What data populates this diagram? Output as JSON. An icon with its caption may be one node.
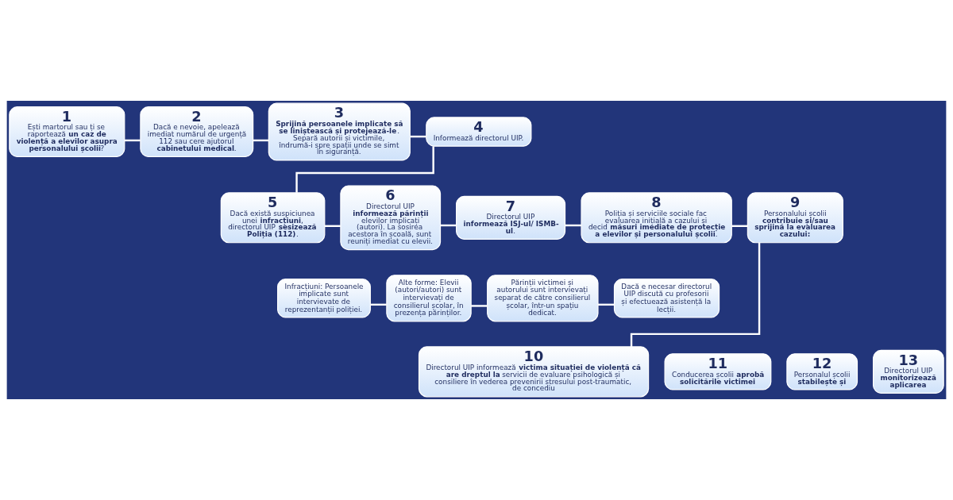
{
  "diagram": {
    "nodes": [
      {
        "text": [
          "1",
          "Ești martorul sau ți se raportează **un caz de violență a elevilor asupra personalului școlii**?"
        ]
      },
      {
        "text": [
          "2",
          "Dacă e nevoie, apelează imediat numărul de urgență 112 sau cere ajutorul **cabinetului medical**."
        ]
      },
      {
        "text": [
          "3",
          "**Sprijină persoanele implicate să se liniștească și protejează-le**. Separă autorii și victimile, îndrumă-i spre spații unde se simt în siguranță."
        ]
      },
      {
        "text": [
          "4",
          "Informează directorul UIP."
        ]
      },
      {
        "text": [
          "5",
          "Dacă există suspiciunea unei **infracțiuni**, directorul UIP **sesizează Poliția (112)**."
        ]
      },
      {
        "text": [
          "6",
          "Directorul UIP **informează părinții** elevilor implicați (autori). La sosirea acestora în școală, sunt reuniți imediat cu elevii."
        ]
      },
      {
        "text": [
          "7",
          "Directorul UIP **informează ISJ-ul/ ISMB-ul**."
        ]
      },
      {
        "text": [
          "8",
          "Poliția și serviciile sociale fac evaluarea inițială a cazului și decid **măsuri imediate de protecție a elevilor și personalului școlii**."
        ]
      },
      {
        "text": [
          "9",
          "Personalului școlii **contribuie și/sau sprijină la evaluarea cazului:**"
        ]
      },
      {
        "text": [
          "Infracțiuni: Persoanele implicate sunt intervievate de reprezentanții poliției."
        ]
      },
      {
        "text": [
          "Alte forme: Elevii (autori/autori) sunt intervievați de consilierul școlar, în prezența părinților."
        ]
      },
      {
        "text": [
          "Părinții victimei și autorului sunt intervievați separat de către consilierul școlar, într-un spațiu dedicat."
        ]
      },
      {
        "text": [
          "Dacă e necesar directorul UIP discută cu profesorii și efectuează asistență la lecții."
        ]
      },
      {
        "text": [
          "10",
          "Directorul UIP informează **victima situației de violență că are dreptul la** servicii de evaluare psihologică și consiliere în vederea prevenirii stresului post-traumatic, de concediu"
        ]
      },
      {
        "text": [
          "11",
          "Conducerea școlii **aprobă solicitările victimei**"
        ]
      },
      {
        "text": [
          "12",
          "Personalul școlii **stabilește și**"
        ]
      },
      {
        "text": [
          "13",
          "Directorul UIP **monitorizează aplicarea**"
        ]
      }
    ],
    "edges": [
      {
        "from": 0,
        "to": 1,
        "arrow": "none"
      },
      {
        "from": 1,
        "to": 2,
        "arrow": "none"
      },
      {
        "from": 2,
        "to": 3,
        "arrow": "none"
      },
      {
        "from": 3,
        "to": 4,
        "arrow": "none"
      },
      {
        "from": 4,
        "to": 5,
        "arrow": "none"
      },
      {
        "from": 5,
        "to": 6,
        "arrow": "none"
      },
      {
        "from": 6,
        "to": 7,
        "arrow": "none"
      },
      {
        "from": 7,
        "to": 8,
        "arrow": "none"
      },
      {
        "from": 9,
        "to": 10,
        "arrow": "none"
      },
      {
        "from": 10,
        "to": 11,
        "arrow": "none"
      },
      {
        "from": 11,
        "to": 12,
        "arrow": "none"
      },
      {
        "from": 8,
        "to": 13,
        "arrow": "none"
      }
    ]
  }
}
